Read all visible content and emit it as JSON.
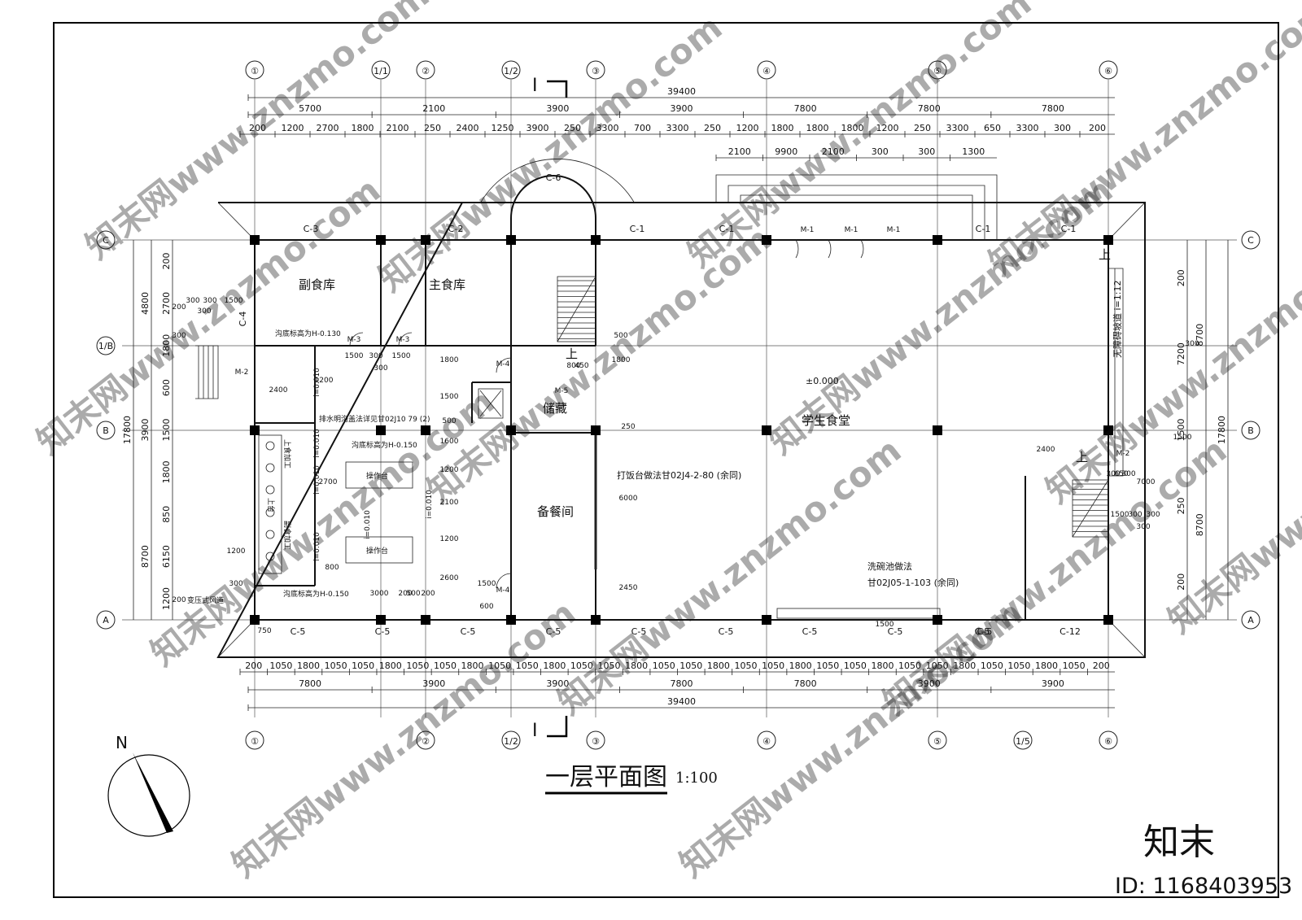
{
  "title": "一层平面图",
  "scale": "1:100",
  "north_label": "N",
  "section_mark": "I",
  "axes_top": [
    "①",
    "1/1",
    "②",
    "1/2",
    "③",
    "④",
    "⑤",
    "⑥"
  ],
  "axes_bottom": [
    "①",
    "②",
    "1/2",
    "③",
    "④",
    "⑤",
    "1/5",
    "⑥"
  ],
  "axes_left": [
    "C",
    "1/B",
    "B",
    "A"
  ],
  "axes_right": [
    "C",
    "B",
    "A"
  ],
  "dims": {
    "total": "39400",
    "top_row1": [
      "5700",
      "2100",
      "3900",
      "3900",
      "7800",
      "7800",
      "7800"
    ],
    "top_row2": [
      "200",
      "1200",
      "2700",
      "1800",
      "2100",
      "250",
      "2400",
      "1250",
      "3900",
      "250",
      "3300",
      "700",
      "3300",
      "250",
      "1200",
      "1800",
      "1800",
      "1800",
      "1200",
      "250",
      "3300",
      "650",
      "3300",
      "300",
      "200"
    ],
    "top_row3": [
      "2100",
      "9900",
      "2100",
      "300",
      "300",
      "1300"
    ],
    "bottom_row1": [
      "200",
      "1050",
      "1800",
      "1050",
      "1050",
      "1800",
      "1050",
      "1050",
      "1800",
      "1050",
      "1050",
      "1800",
      "1050",
      "1050",
      "1800",
      "1050",
      "1050",
      "1800",
      "1050",
      "1050",
      "1800",
      "1050",
      "1050",
      "1800",
      "1050",
      "1050",
      "1800",
      "1050",
      "1050",
      "1800",
      "1050",
      "200"
    ],
    "bottom_row2": [
      "7800",
      "3900",
      "3900",
      "7800",
      "7800",
      "3900",
      "3900"
    ],
    "left_total": "17800",
    "left_row1": [
      "4800",
      "3900",
      "8700"
    ],
    "left_row2": [
      "200",
      "2700",
      "1800",
      "600",
      "1500",
      "1800",
      "850",
      "6150",
      "1200"
    ],
    "right_total": "17800",
    "right_row1": [
      "8700",
      "8700"
    ],
    "right_row2": [
      "200",
      "7200",
      "1500",
      "250",
      "200"
    ],
    "misc": [
      "300",
      "300",
      "1500",
      "300",
      "1500",
      "300",
      "1500",
      "300",
      "2400",
      "800",
      "450",
      "1800",
      "500",
      "1800",
      "1500",
      "500",
      "1600",
      "1200",
      "2100",
      "1200",
      "2600",
      "1500",
      "600",
      "200",
      "3000",
      "500",
      "200",
      "800",
      "6000",
      "2450",
      "250",
      "1500",
      "2400",
      "300",
      "650",
      "300",
      "1500",
      "300",
      "300",
      "300",
      "7000",
      "2700",
      "1200",
      "300",
      "1200",
      "200",
      "750",
      "1500",
      "200",
      "300",
      "300"
    ]
  },
  "rooms": {
    "r1": "副食库",
    "r2": "主食库",
    "r3": "储藏",
    "r4": "备餐间",
    "r5": "学生食堂",
    "r6": "操作台",
    "r7": "操作台",
    "r8": "上台",
    "r9": "上食加工",
    "r10": "副食加工"
  },
  "windows": [
    "C-3",
    "C-2",
    "C-6",
    "C-1",
    "C-1",
    "C-1",
    "C-1",
    "C-4",
    "C-5",
    "C-5",
    "C-5",
    "C-5",
    "C-5",
    "C-5",
    "C-5",
    "C-5",
    "C-5",
    "C-5",
    "C-12"
  ],
  "doors": [
    "M-1",
    "M-1",
    "M-1",
    "M-3",
    "M-3",
    "M-2",
    "M-4",
    "M-5",
    "M-4",
    "M-2"
  ],
  "notes": {
    "n1": "沟底标高为H-0.130",
    "n2": "排水明沟盖法详见甘02J10 79 (2)",
    "n3": "沟底标高为H-0.150",
    "n4": "沟底标高为H-0.150",
    "n5": "打饭台做法甘02J4-2-80 (余同)",
    "n6": "洗碗池做法",
    "n7": "甘02J05-1-103 (余同)",
    "n8": "无障碍坡道 i=1:12",
    "n9": "±0.000",
    "n10": "上",
    "n11": "上",
    "n12": "上",
    "n13": "变压式风道",
    "slopes": [
      "i=0.010",
      "i=0.010",
      "i=0.010",
      "i=0.010",
      "i=0.010",
      "i=0.010"
    ]
  },
  "watermark": "知末网www.znzmo.com",
  "brand": "知末",
  "image_id": "ID: 1168403953"
}
